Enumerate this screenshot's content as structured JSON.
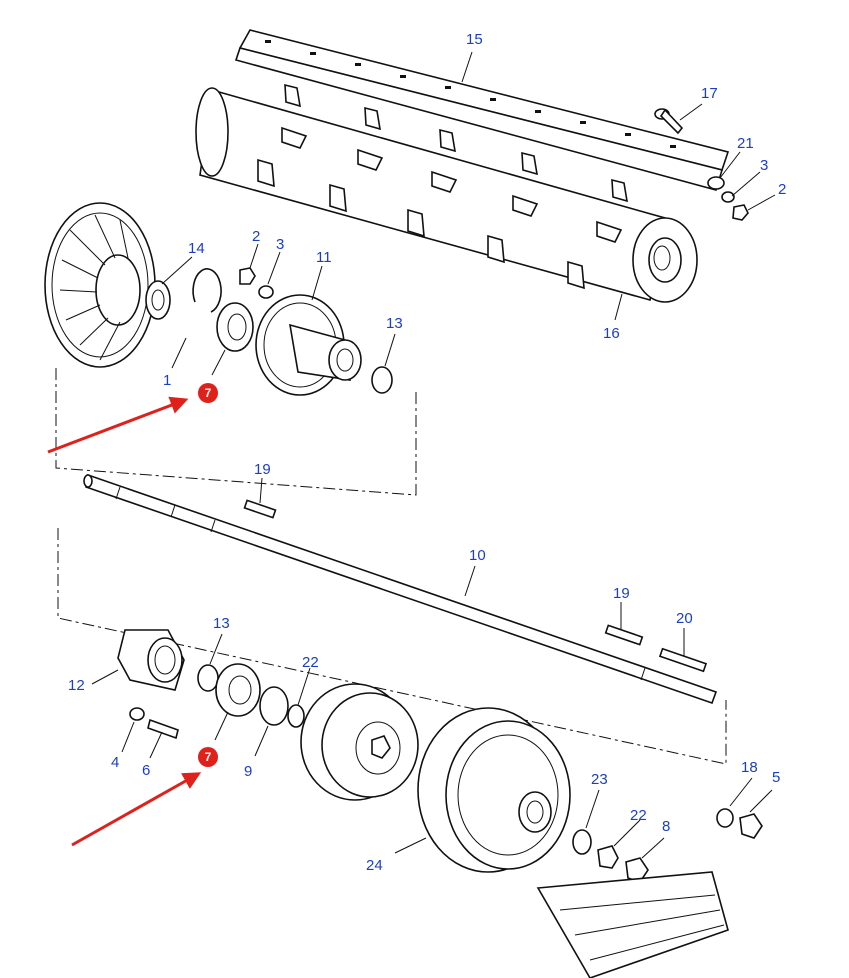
{
  "callouts": [
    "15",
    "17",
    "21",
    "3",
    "2",
    "14",
    "2",
    "3",
    "11",
    "13",
    "16",
    "1",
    "7",
    "19",
    "10",
    "19",
    "20",
    "13",
    "12",
    "22",
    "4",
    "6",
    "7",
    "9",
    "23",
    "18",
    "5",
    "22",
    "8",
    "24"
  ],
  "colors": {
    "label": "#1a3ec8",
    "arrow": "#e0201a",
    "badge": "#e0201a",
    "line": "#111111"
  }
}
